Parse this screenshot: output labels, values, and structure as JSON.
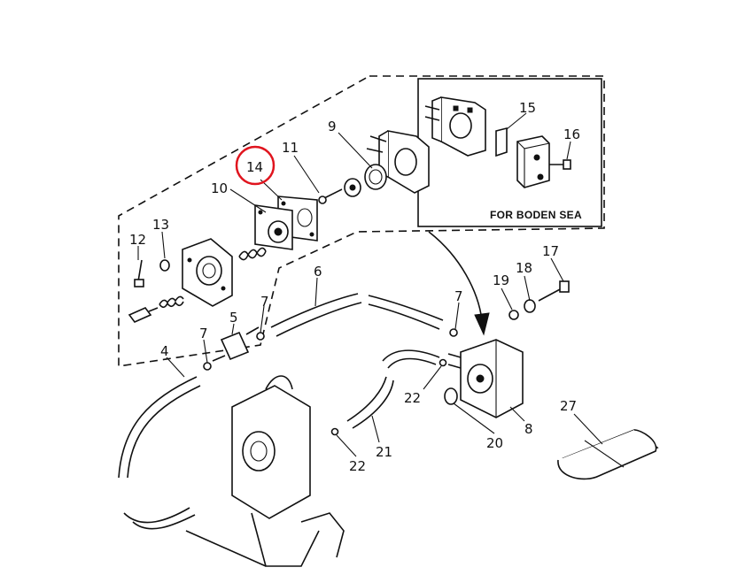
{
  "inset": {
    "label": "FOR BODEN SEA"
  },
  "callouts": [
    {
      "id": "c14",
      "text": "14",
      "highlighted": true
    },
    {
      "id": "c11",
      "text": "11"
    },
    {
      "id": "c9",
      "text": "9"
    },
    {
      "id": "c10",
      "text": "10"
    },
    {
      "id": "c13",
      "text": "13"
    },
    {
      "id": "c12",
      "text": "12"
    },
    {
      "id": "c15",
      "text": "15"
    },
    {
      "id": "c16",
      "text": "16"
    },
    {
      "id": "c17",
      "text": "17"
    },
    {
      "id": "c18",
      "text": "18"
    },
    {
      "id": "c19",
      "text": "19"
    },
    {
      "id": "c6",
      "text": "6"
    },
    {
      "id": "c7a",
      "text": "7"
    },
    {
      "id": "c7b",
      "text": "7"
    },
    {
      "id": "c7c",
      "text": "7"
    },
    {
      "id": "c5",
      "text": "5"
    },
    {
      "id": "c4",
      "text": "4"
    },
    {
      "id": "c22a",
      "text": "22"
    },
    {
      "id": "c22b",
      "text": "22"
    },
    {
      "id": "c21",
      "text": "21"
    },
    {
      "id": "c20",
      "text": "20"
    },
    {
      "id": "c8",
      "text": "8"
    },
    {
      "id": "c27",
      "text": "27"
    }
  ],
  "colors": {
    "line": "#111111",
    "highlight": "#e0141e",
    "background": "#ffffff"
  }
}
